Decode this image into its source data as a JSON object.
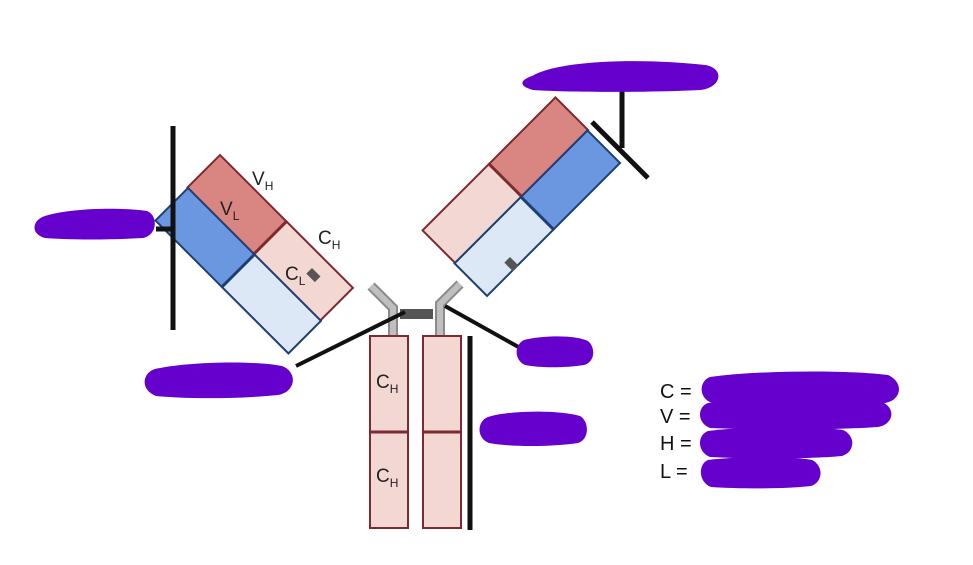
{
  "colors": {
    "heavy_variable": "#d98581",
    "heavy_constant": "#f2d7d2",
    "heavy_outline": "#7d2a2f",
    "light_variable": "#6b97e0",
    "light_constant": "#dce8f5",
    "light_outline": "#1f3f74",
    "hinge": "#bfbfbf",
    "disulfide": "#555555",
    "line": "#111111",
    "redaction": "#6600cc"
  },
  "segments": {
    "vh": {
      "main": "V",
      "sub": "H"
    },
    "vl": {
      "main": "V",
      "sub": "L"
    },
    "ch_arm": {
      "main": "C",
      "sub": "H"
    },
    "cl": {
      "main": "C",
      "sub": "L"
    },
    "ch_stem_1": {
      "main": "C",
      "sub": "H"
    },
    "ch_stem_2": {
      "main": "C",
      "sub": "H"
    }
  },
  "key": {
    "c": "C =",
    "v": "V =",
    "h": "H =",
    "l": "L ="
  }
}
